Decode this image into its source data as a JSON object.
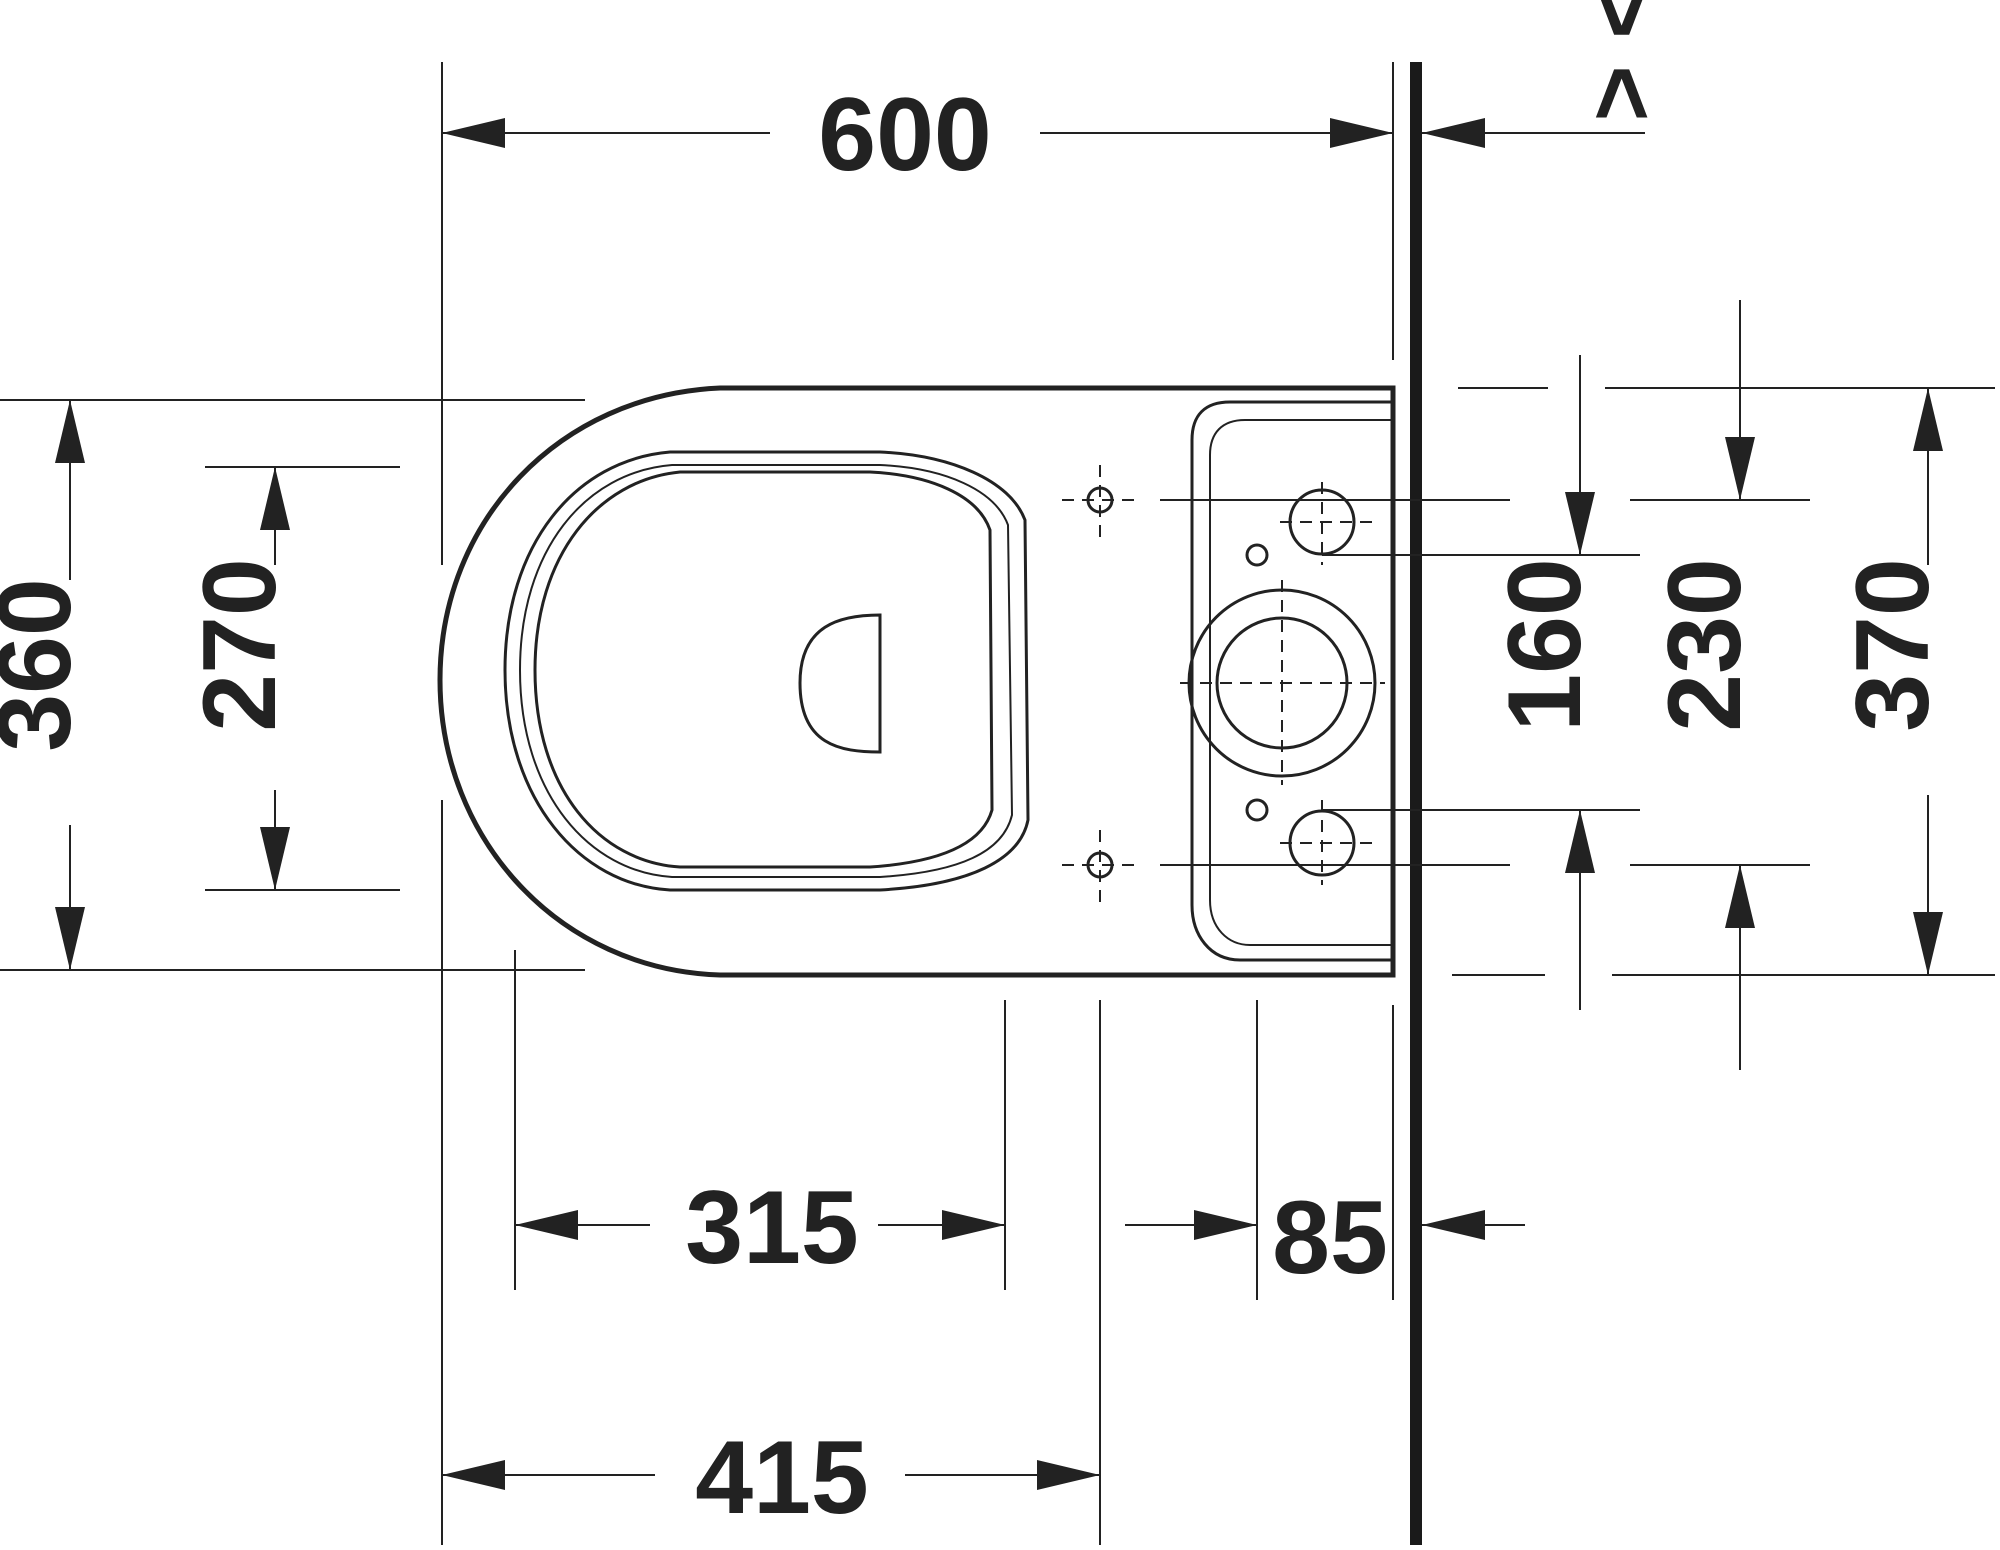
{
  "dimensions": {
    "overall_length": "600",
    "overall_width": "360",
    "seat_width": "270",
    "fixing_spacing": "160",
    "inlet_spacing": "230",
    "tank_width": "370",
    "seat_to_outlet": "315",
    "outlet_from_wall": "85",
    "front_to_outlet": "415"
  },
  "wall_marks": {
    "symbols": "> <"
  },
  "colors": {
    "line": "#222222",
    "background": "#ffffff"
  }
}
